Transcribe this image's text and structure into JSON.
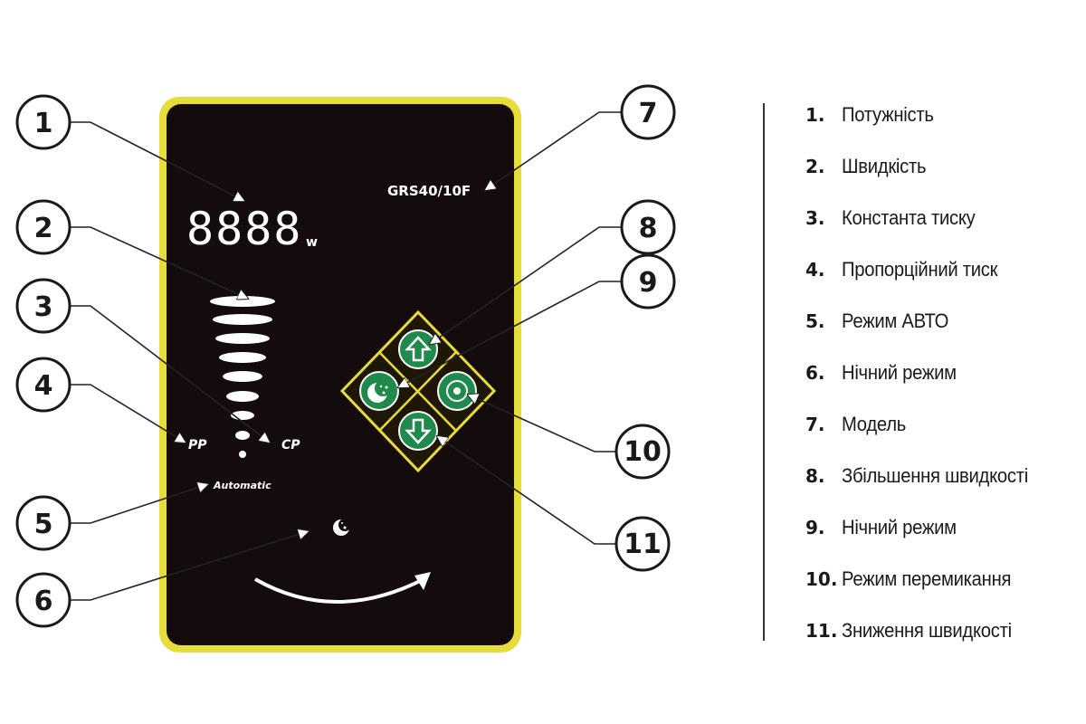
{
  "panel": {
    "model_label": "GRS40/10F",
    "power_display": "8888",
    "power_unit": "w",
    "mode_pp": "PP",
    "mode_cp": "CP",
    "mode_auto": "Automatic"
  },
  "callouts": [
    "1",
    "2",
    "3",
    "4",
    "5",
    "6",
    "7",
    "8",
    "9",
    "10",
    "11"
  ],
  "legend": [
    {
      "num": "1.",
      "label": "Потужність"
    },
    {
      "num": "2.",
      "label": "Швидкість"
    },
    {
      "num": "3.",
      "label": "Константа тиску"
    },
    {
      "num": "4.",
      "label": "Пропорційний тиск"
    },
    {
      "num": "5.",
      "label": "Режим АВТО"
    },
    {
      "num": "6.",
      "label": "Нічний режим"
    },
    {
      "num": "7.",
      "label": "Модель"
    },
    {
      "num": "8.",
      "label": "Збільшення швидкості"
    },
    {
      "num": "9.",
      "label": "Нічний режим"
    },
    {
      "num": "10.",
      "label": "Режим перемикання"
    },
    {
      "num": "11.",
      "label": "Зниження швидкості"
    }
  ],
  "colors": {
    "panel_bg": "#140c0c",
    "panel_border": "#e6dc3a",
    "button_green": "#1f8a4c",
    "callout_stroke": "#1a1a1a"
  }
}
